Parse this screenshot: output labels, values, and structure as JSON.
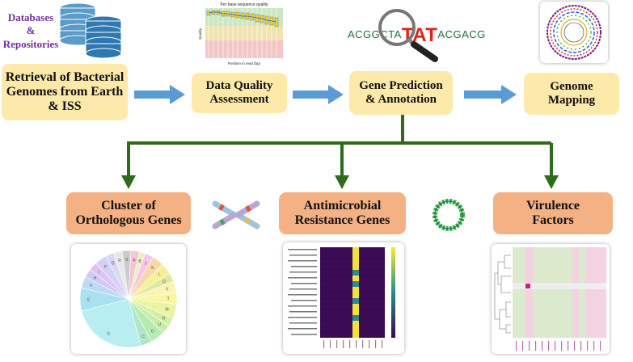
{
  "db": {
    "label_line1": "Databases",
    "label_line2": "&",
    "label_line3": "Repositories"
  },
  "steps": {
    "retrieval": "Retrieval of Bacterial Genomes from Earth & ISS",
    "quality": "Data Quality Assessment",
    "gene_prediction": "Gene Prediction & Annotation",
    "mapping": "Genome Mapping"
  },
  "analyses": {
    "cog": "Cluster of Orthologous Genes",
    "amr": "Antimicrobial Resistance Genes",
    "virulence": "Virulence Factors"
  },
  "sequence": {
    "left": "ACGGCTA",
    "highlight": "TAT",
    "right": "ACGACG"
  },
  "qc_thumb": {
    "title": "Per base sequence quality",
    "xlabel": "Position in read (bp)",
    "ylabel": "Quality"
  },
  "pie_letters": [
    "J",
    "K",
    "L",
    "D",
    "V",
    "T",
    "M",
    "N",
    "U",
    "O",
    "C",
    "G",
    "E",
    "F",
    "H",
    "I",
    "P",
    "Q",
    "R",
    "S",
    "A",
    "B"
  ],
  "colors": {
    "yellow_box": "#fde9a9",
    "orange_box": "#f4b183",
    "arrow_blue": "#5b9bd5",
    "connector_green": "#2e6b1a",
    "db_label": "#7030a0"
  }
}
